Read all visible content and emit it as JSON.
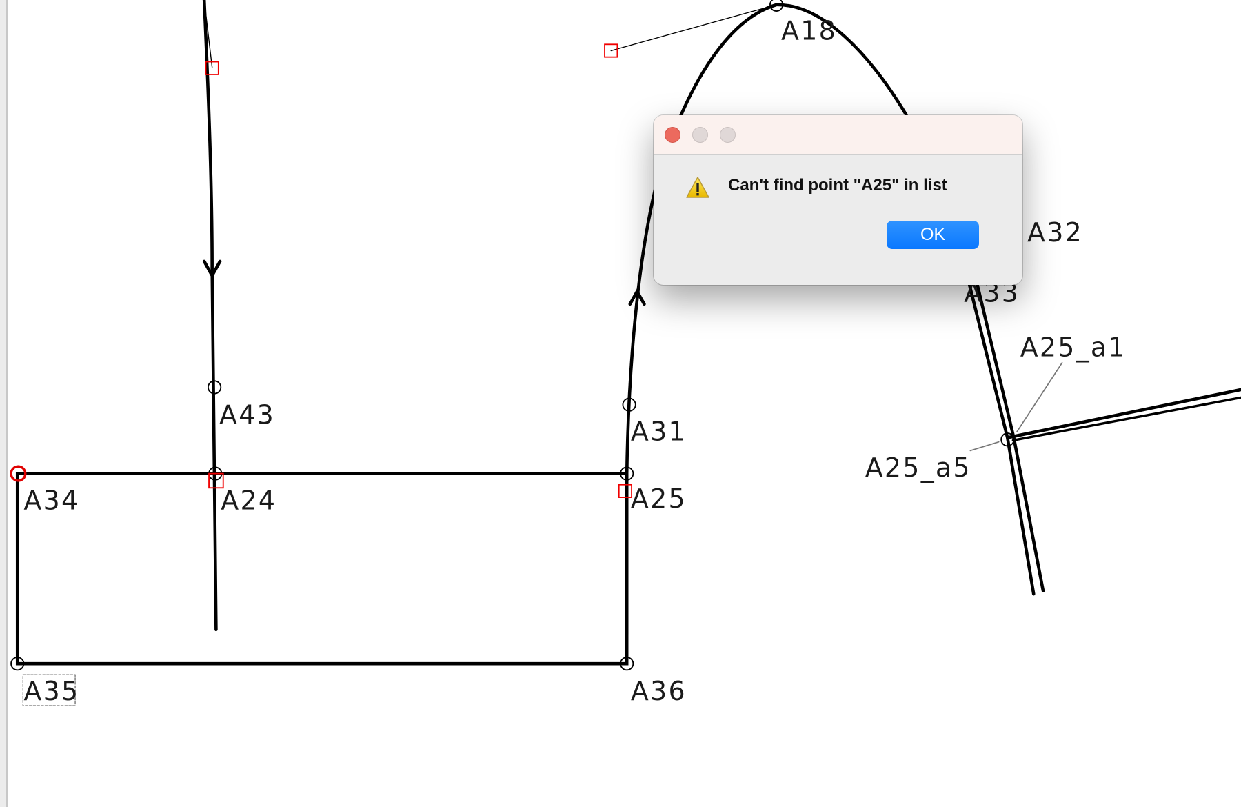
{
  "canvas": {
    "points": {
      "A18": "A18",
      "A43": "A43",
      "A31": "A31",
      "A34": "A34",
      "A24": "A24",
      "A25": "A25",
      "A35": "A35",
      "A36": "A36",
      "A32": "A32",
      "A33": "A33",
      "A25_a1": "A25_a1",
      "A25_a5": "A25_a5"
    },
    "selected_point": "A34",
    "colors": {
      "line": "#000000",
      "control": "#ff0000",
      "selected": "#e00000"
    }
  },
  "dialog": {
    "message": "Can't find point \"A25\" in list",
    "ok_label": "OK",
    "icon": "warning-icon",
    "colors": {
      "button": "#0a78ff",
      "close": "#ec6a5e"
    }
  }
}
